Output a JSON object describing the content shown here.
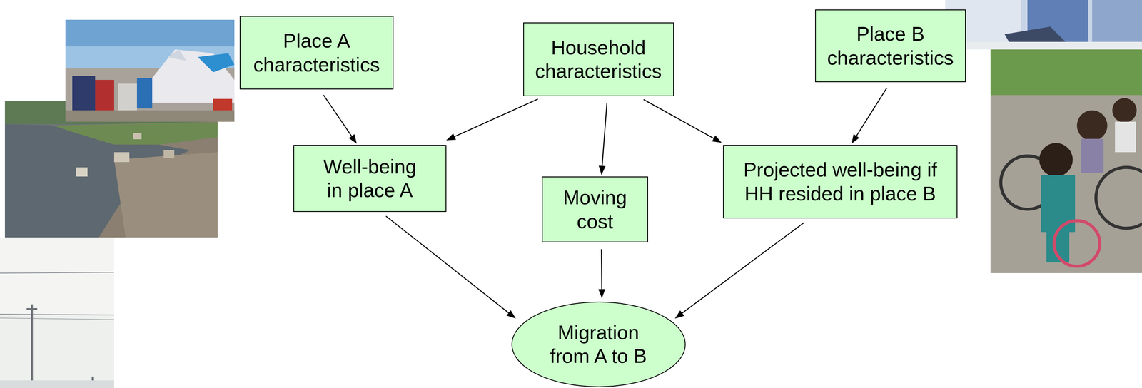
{
  "diagram": {
    "nodes": [
      {
        "text": [
          "Place A characteristics"
        ]
      },
      {
        "text": [
          "Household characteristics"
        ]
      },
      {
        "text": [
          "Place B characteristics"
        ]
      },
      {
        "text": [
          "Well-being in place A"
        ]
      },
      {
        "text": [
          "Moving cost"
        ]
      },
      {
        "text": [
          "Projected well-being if HH resided in place B"
        ]
      },
      {
        "text": [
          "Migration from A to B"
        ]
      }
    ],
    "edges": [
      {
        "from": 0,
        "to": 3,
        "arrow": "to"
      },
      {
        "from": 1,
        "to": 3,
        "arrow": "to"
      },
      {
        "from": 1,
        "to": 4,
        "arrow": "to"
      },
      {
        "from": 1,
        "to": 5,
        "arrow": "to"
      },
      {
        "from": 2,
        "to": 5,
        "arrow": "to"
      },
      {
        "from": 3,
        "to": 6,
        "arrow": "to"
      },
      {
        "from": 4,
        "to": 6,
        "arrow": "to"
      },
      {
        "from": 5,
        "to": 6,
        "arrow": "to"
      }
    ]
  }
}
